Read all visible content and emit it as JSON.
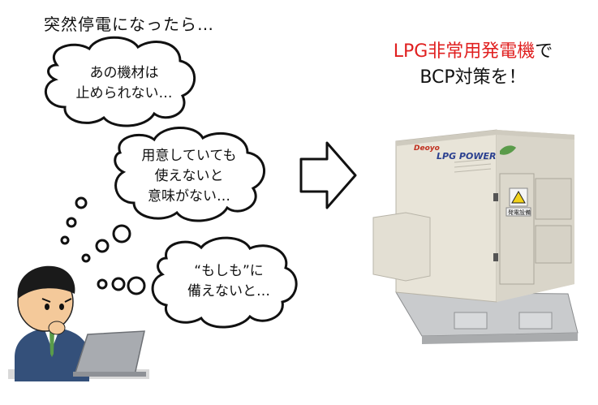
{
  "title": "突然停電になったら…",
  "headline": {
    "red": "LPG非常用発電機",
    "suffix": "で",
    "line2": "BCP対策を！"
  },
  "bubbles": [
    {
      "line1": "あの機材は",
      "line2": "止められない…"
    },
    {
      "line1": "用意していても",
      "line2": "使えないと",
      "line3": "意味がない…"
    },
    {
      "line1": "“もしも”に",
      "line2": "備えないと…"
    }
  ],
  "generator": {
    "brand_small": "Deoyo",
    "brand": "LPG POWER",
    "panel_label": "発電設備"
  }
}
